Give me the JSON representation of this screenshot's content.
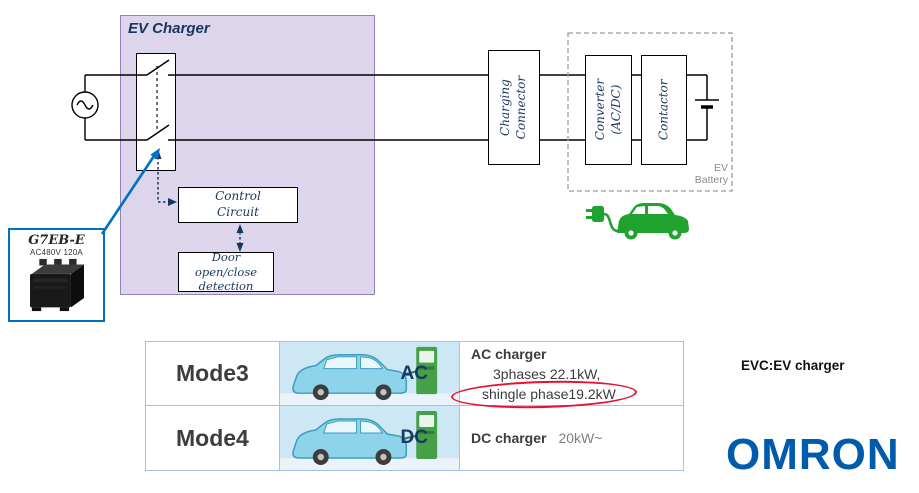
{
  "colors": {
    "purple-fill": "#ddd5eb",
    "purple-border": "#9283b9",
    "navy": "#17365d",
    "dash-gray": "#9a9a9a",
    "green": "#1fa32e",
    "callout-blue": "#0070c0",
    "table-border": "#9dc3e6",
    "highlight-red": "#e8112d",
    "omron-blue": "#005CAB",
    "text-dark": "#3c3c3c",
    "text-gray": "#7f7f7f"
  },
  "diagram": {
    "ev_charger_label": "EV Charger",
    "control_circuit": "Control\nCircuit",
    "door_detection": "Door open/close\ndetection",
    "charging_connector": "Charging\nConnector",
    "converter": "Converter\n(AC/DC)",
    "contactor": "Contactor",
    "ev_battery": "EV\nBattery",
    "relay_model": "G7EB-E",
    "relay_rating": "AC480V 120A"
  },
  "icons": {
    "ac_source": "sine-wave-in-circle",
    "relay_contacts": "double-pole-switch",
    "battery": "battery-cell-plates",
    "ev_car": "green-car-with-charging-plug",
    "relay_photo": "black-relay-product",
    "car_photo": "blue-car-at-charging-station"
  },
  "table": {
    "rows": [
      {
        "mode": "Mode3",
        "badge": "AC",
        "title": "AC charger",
        "extra": "",
        "line1": "3phases 22.1kW,",
        "line2": "shingle phase19.2kW"
      },
      {
        "mode": "Mode4",
        "badge": "DC",
        "title": "DC charger",
        "extra": "20kW~",
        "line1": "",
        "line2": ""
      }
    ]
  },
  "footer": {
    "note": "EVC:EV charger",
    "logo": "OMRON"
  }
}
